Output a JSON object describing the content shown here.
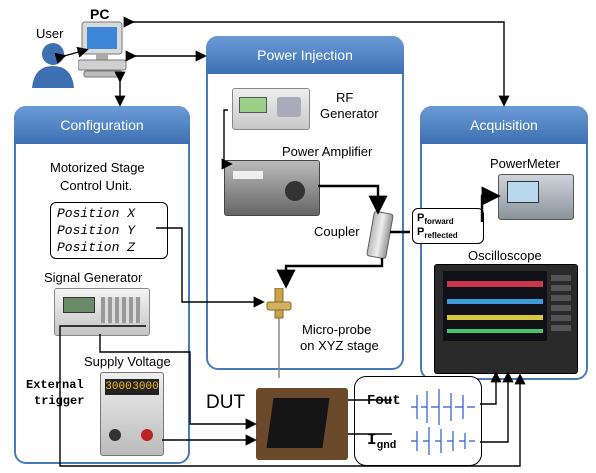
{
  "pc": {
    "label": "PC"
  },
  "user": {
    "label": "User"
  },
  "panels": {
    "power_injection": "Power Injection",
    "configuration": "Configuration",
    "acquisition": "Acquisition"
  },
  "devices": {
    "rf_generator": [
      "RF",
      "Generator"
    ],
    "power_amplifier": "Power Amplifier",
    "coupler": "Coupler",
    "micro_probe": [
      "Micro-probe",
      "on XYZ stage"
    ],
    "motorized_stage": [
      "Motorized Stage",
      "Control Unit."
    ],
    "positions": [
      "Position X",
      "Position Y",
      "Position Z"
    ],
    "signal_generator": "Signal Generator",
    "supply_voltage": "Supply Voltage",
    "external_trigger": [
      "External",
      "trigger"
    ],
    "dut": "DUT",
    "powermeter": "PowerMeter",
    "oscilloscope": "Oscilloscope",
    "supply_readout": [
      "3000",
      "3000"
    ]
  },
  "power_labels": {
    "forward_p": "P",
    "forward_sub": "forward",
    "reflected_p": "P",
    "reflected_sub": "reflected"
  },
  "signals": {
    "fout": "Fout",
    "ignd_i": "I",
    "ignd_sub": "gnd"
  }
}
